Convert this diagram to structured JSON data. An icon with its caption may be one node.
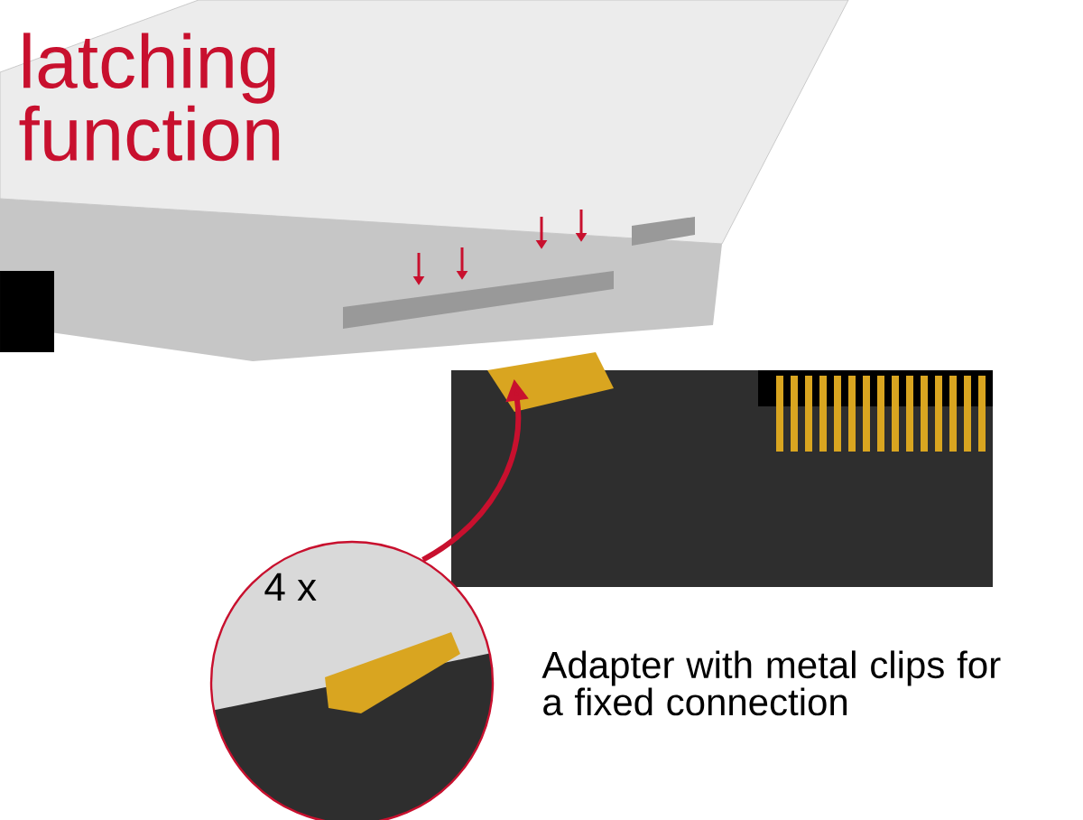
{
  "diagram": {
    "title": "latching function",
    "nodes": [
      {
        "text": [
          "4 x"
        ]
      },
      {
        "text": [],
        "shape": "picture"
      }
    ],
    "edges": [
      {
        "from": 0,
        "to": 1,
        "arrow": "to"
      }
    ],
    "labels": [
      "Adapter with metal clips for a fixed connection"
    ]
  }
}
